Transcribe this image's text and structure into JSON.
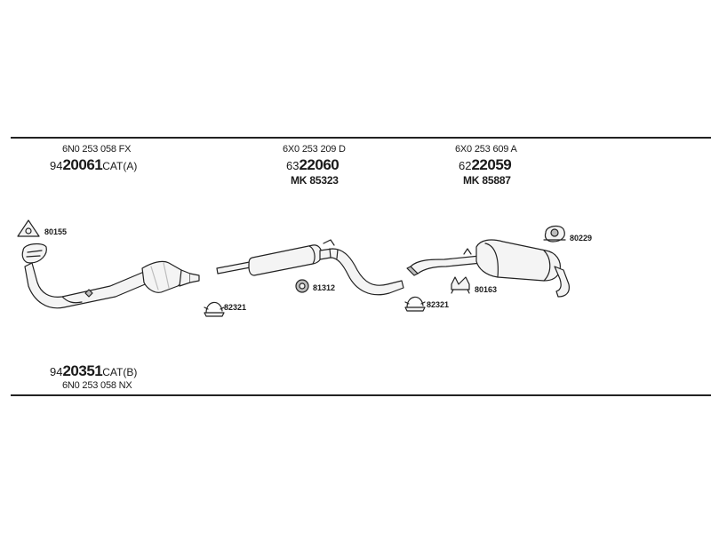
{
  "groups": [
    {
      "oe": "6N0 253 058 FX",
      "part_prefix": "94",
      "part_main": "20061",
      "part_suffix": "CAT(A)",
      "mk": ""
    },
    {
      "oe": "6X0 253 209 D",
      "part_prefix": "63",
      "part_main": "22060",
      "part_suffix": "",
      "mk": "MK  85323"
    },
    {
      "oe": "6X0 253 609 A",
      "part_prefix": "62",
      "part_main": "22059",
      "part_suffix": "",
      "mk": "MK  85887"
    }
  ],
  "bottom_group": {
    "part_prefix": "94",
    "part_main": "20351",
    "part_suffix": "CAT(B)",
    "oe": "6N0 253 058 NX"
  },
  "labels": {
    "gasket": "80155",
    "clamp_left": "82321",
    "rubber_mount": "81312",
    "clamp_right": "82321",
    "hanger": "80163",
    "mount_ring": "80229"
  },
  "icons": {
    "gasket": "triangle-gasket-icon",
    "clamp": "u-clamp-icon",
    "rubber_mount": "rubber-mount-icon",
    "hanger": "hanger-bracket-icon",
    "mount_ring": "mounting-ring-icon"
  },
  "colors": {
    "line": "#222222",
    "part_fill": "#f4f4f4",
    "part_shade": "#bdbdbd"
  }
}
